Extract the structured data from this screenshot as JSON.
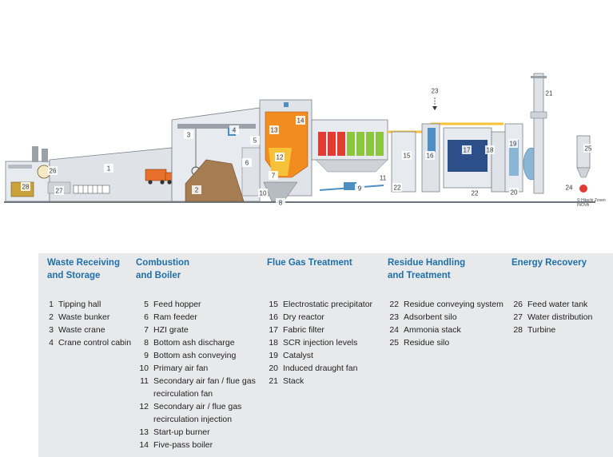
{
  "colors": {
    "legend_heading": "#1f6fa8",
    "legend_background": "#e8e9eb",
    "boiler_orange": "#f28c1e",
    "boiler_yellow": "#f6c23a",
    "ducting_blue": "#8ab6d6",
    "catalyst_green": "#8cc63f",
    "catalyst_red": "#e03c31",
    "waste_brown": "#a67c52",
    "truck_orange": "#e8702a",
    "building_grey": "#d9dde2"
  },
  "diagram": {
    "credit": [
      "© Hitachi Zosen",
      "INOVA"
    ],
    "numbers": [
      "1",
      "2",
      "3",
      "4",
      "5",
      "6",
      "7",
      "8",
      "9",
      "10",
      "11",
      "12",
      "13",
      "14",
      "15",
      "16",
      "17",
      "18",
      "19",
      "20",
      "21",
      "22",
      "22",
      "23",
      "24",
      "25",
      "26",
      "27",
      "28"
    ]
  },
  "legend": {
    "columns": [
      {
        "heading": "Waste Receiving\nand Storage",
        "items": [
          {
            "num": "1",
            "label": "Tipping hall"
          },
          {
            "num": "2",
            "label": "Waste bunker"
          },
          {
            "num": "3",
            "label": "Waste crane"
          },
          {
            "num": "4",
            "label": "Crane control cabin"
          }
        ]
      },
      {
        "heading": "Combustion\nand Boiler",
        "items": [
          {
            "num": "5",
            "label": "Feed hopper"
          },
          {
            "num": "6",
            "label": "Ram feeder"
          },
          {
            "num": "7",
            "label": "HZI grate"
          },
          {
            "num": "8",
            "label": "Bottom ash discharge"
          },
          {
            "num": "9",
            "label": "Bottom ash conveying"
          },
          {
            "num": "10",
            "label": "Primary air fan"
          },
          {
            "num": "11",
            "label": "Secondary air fan / flue gas\nrecirculation fan"
          },
          {
            "num": "12",
            "label": "Secondary air / flue gas\nrecirculation injection"
          },
          {
            "num": "13",
            "label": "Start-up burner"
          },
          {
            "num": "14",
            "label": "Five-pass boiler"
          }
        ]
      },
      {
        "heading": "Flue Gas Treatment",
        "items": [
          {
            "num": "15",
            "label": "Electrostatic precipitator"
          },
          {
            "num": "16",
            "label": "Dry reactor"
          },
          {
            "num": "17",
            "label": "Fabric filter"
          },
          {
            "num": "18",
            "label": "SCR injection levels"
          },
          {
            "num": "19",
            "label": "Catalyst"
          },
          {
            "num": "20",
            "label": "Induced draught fan"
          },
          {
            "num": "21",
            "label": "Stack"
          }
        ]
      },
      {
        "heading": "Residue Handling\nand Treatment",
        "items": [
          {
            "num": "22",
            "label": "Residue conveying system"
          },
          {
            "num": "23",
            "label": "Adsorbent silo"
          },
          {
            "num": "24",
            "label": "Ammonia stack"
          },
          {
            "num": "25",
            "label": "Residue silo"
          }
        ]
      },
      {
        "heading": "Energy Recovery",
        "items": [
          {
            "num": "26",
            "label": "Feed water tank"
          },
          {
            "num": "27",
            "label": "Water distribution"
          },
          {
            "num": "28",
            "label": "Turbine"
          }
        ]
      }
    ]
  }
}
